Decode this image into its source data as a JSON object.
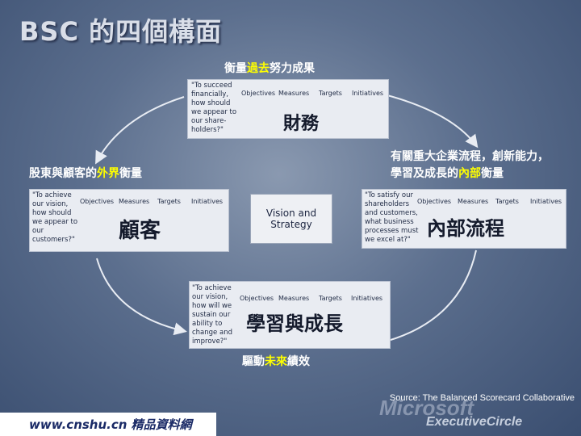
{
  "title": "BSC 的四個構面",
  "top_heading": {
    "pre": "衡量",
    "hl": "過去",
    "post": "努力成果"
  },
  "left_heading": {
    "pre": "股東與顧客的",
    "hl": "外界",
    "post": "衡量"
  },
  "right_heading": {
    "line1": "有關重大企業流程，創新能力，",
    "line2_pre": "學習及成長的",
    "hl": "內部",
    "line2_post": "衡量"
  },
  "bottom_heading": {
    "pre": "驅動",
    "hl": "未來",
    "post": "績效"
  },
  "columns": {
    "objectives": "Objectives",
    "measures": "Measures",
    "targets": "Targets",
    "initiatives": "Initiatives"
  },
  "financial": {
    "question": "\"To succeed\nfinancially,\nhow should\nwe appear to\nour share-\nholders?\"",
    "label": "財務"
  },
  "customer": {
    "question": "\"To achieve\nour vision,\nhow should\nwe appear to\nour\ncustomers?\"",
    "label": "顧客"
  },
  "internal": {
    "question": "\"To satisfy our\nshareholders\nand customers,\nwhat business\nprocesses must\nwe excel at?\"",
    "label": "內部流程"
  },
  "learning": {
    "question": "\"To achieve\nour vision,\nhow will we\nsustain our\nability to\nchange and\nimprove?\"",
    "label": "學習與成長"
  },
  "center": "Vision and Strategy",
  "source": "Source: The Balanced Scorecard Collaborative",
  "footer": "www.cnshu.cn 精品資料網",
  "logo_top": "Microsoft",
  "logo_bottom": "ExecutiveCircle",
  "colors": {
    "highlight": "#ffff00",
    "background": "#5c6f8e",
    "box": "#e9ecf2"
  }
}
